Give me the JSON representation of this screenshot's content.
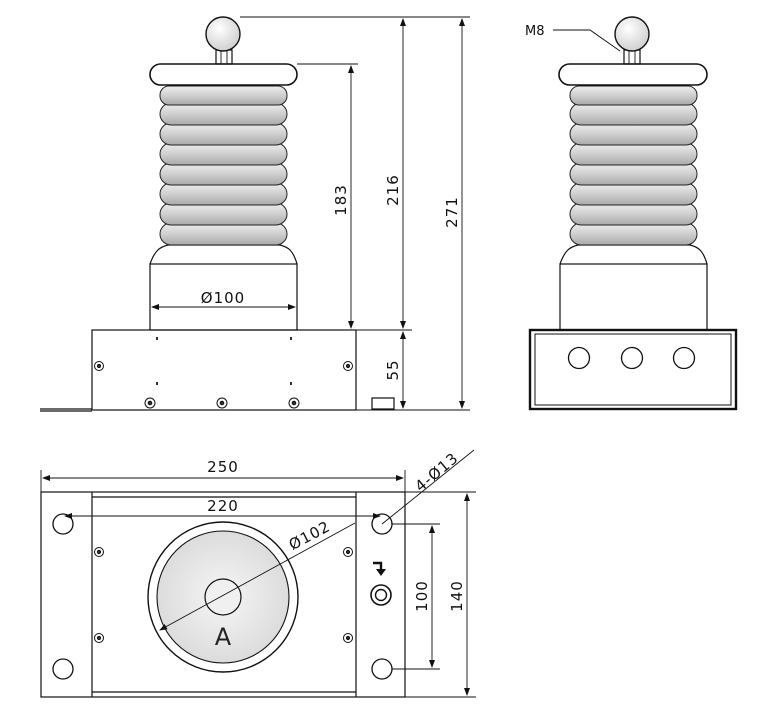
{
  "front_view": {
    "dim_insulator_height": "183",
    "dim_height_to_top": "216",
    "dim_total_height": "271",
    "dim_base_height": "55",
    "dim_body_diameter": "Ø100"
  },
  "side_view": {
    "terminal_thread": "M8"
  },
  "plan_view": {
    "dim_overall_length": "250",
    "dim_hole_spacing_x": "220",
    "dim_mounting_holes": "4-Ø13",
    "dim_insulator_diameter": "Ø102",
    "dim_hole_spacing_y": "100",
    "dim_overall_width": "140",
    "terminal_marking": "A"
  },
  "icons": {
    "arrow": "arrow-right-down-icon",
    "ground_terminal": "ground-terminal-icon"
  }
}
